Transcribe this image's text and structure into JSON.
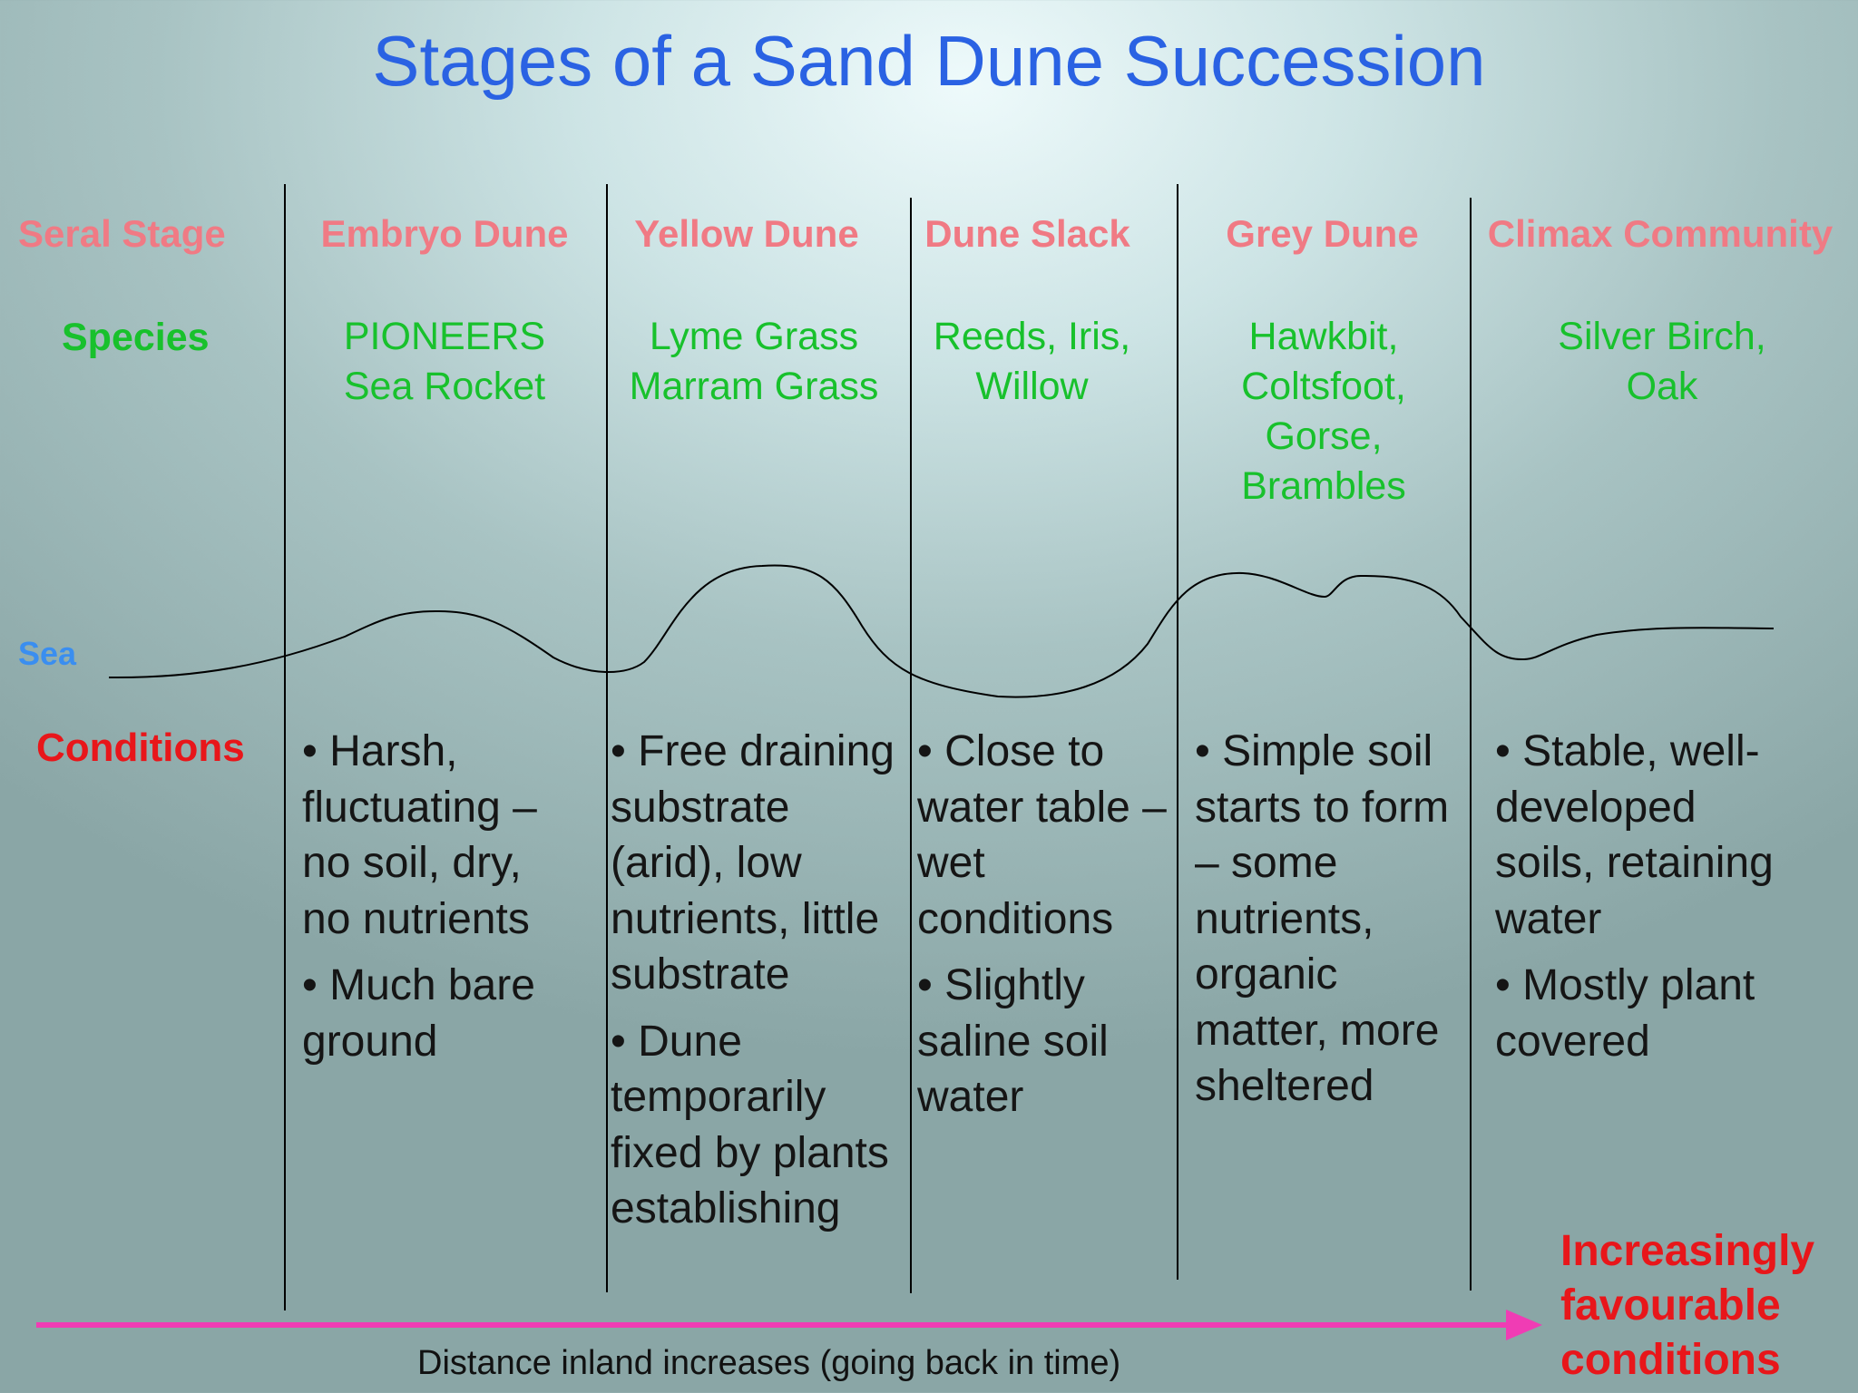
{
  "title": "Stages of a Sand Dune Succession",
  "row_labels": {
    "seral_stage": "Seral Stage",
    "species": "Species",
    "sea": "Sea",
    "conditions": "Conditions"
  },
  "stages": [
    {
      "name": "Embryo Dune",
      "species": "PIONEERS\nSea Rocket",
      "conditions": [
        "• Harsh, fluctuating – no soil, dry, no nutrients",
        "• Much bare ground"
      ]
    },
    {
      "name": "Yellow Dune",
      "species": "Lyme Grass\nMarram Grass",
      "conditions": [
        "• Free draining substrate (arid), low nutrients, little substrate",
        "• Dune temporarily fixed by plants establishing"
      ]
    },
    {
      "name": "Dune Slack",
      "species": "Reeds, Iris,\nWillow",
      "conditions": [
        "• Close to water table – wet conditions",
        "• Slightly saline soil water"
      ]
    },
    {
      "name": "Grey Dune",
      "species": "Hawkbit,\nColtsfoot,\nGorse,\nBrambles",
      "conditions": [
        "• Simple soil starts to form – some nutrients, organic matter, more sheltered"
      ]
    },
    {
      "name": "Climax Community",
      "species": "Silver Birch,\nOak",
      "conditions": [
        "• Stable, well-developed soils, retaining water",
        "• Mostly plant covered"
      ]
    }
  ],
  "arrow_end_label": "Increasingly\nfavourable\nconditions",
  "axis_caption": "Distance inland increases (going back in time)",
  "colors": {
    "title": "#2a62e3",
    "stage_heading": "#f07a84",
    "species": "#18c12c",
    "conditions_label": "#e8161a",
    "sea_label": "#3a8ef0",
    "arrow": "#f03cb4"
  }
}
